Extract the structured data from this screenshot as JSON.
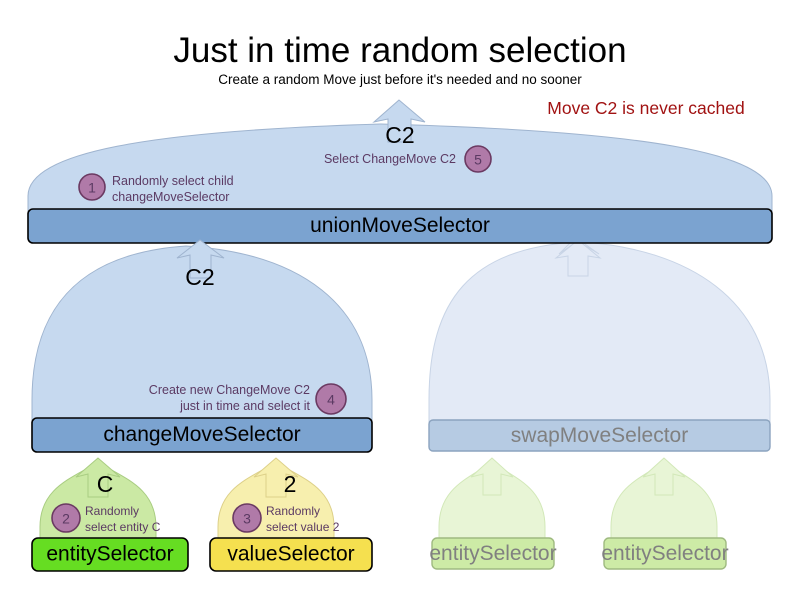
{
  "header": {
    "title": "Just in time random selection",
    "subtitle": "Create a random Move just before it's needed and no sooner",
    "note": "Move C2 is never cached",
    "note_color": "#a11212"
  },
  "colors": {
    "dome_blue": "#c6d9ef",
    "bar_blue": "#7ba3d0",
    "dome_green": "#cbe9a4",
    "bar_green": "#66dd22",
    "dome_yellow": "#f7efae",
    "bar_yellow": "#f5e04f",
    "ghost_dome_blue": "#e3eaf6",
    "ghost_bar_blue": "#b6cbe3",
    "ghost_dome_green": "#e8f5d6",
    "ghost_bar_green": "#cdeba6",
    "badge_fill": "#b07aa8",
    "badge_stroke": "#6b3a62",
    "step_text": "#5b3a63",
    "ghost_text": "#808080",
    "outline": "#000000"
  },
  "nodes": {
    "union_move_selector": {
      "label": "unionMoveSelector",
      "flow_label": "C2",
      "ghost": false
    },
    "change_move_selector": {
      "label": "changeMoveSelector",
      "flow_label": "C2",
      "ghost": false
    },
    "swap_move_selector": {
      "label": "swapMoveSelector",
      "flow_label": "",
      "ghost": true
    },
    "entity_selector_left": {
      "label": "entitySelector",
      "flow_label": "C",
      "ghost": false
    },
    "value_selector": {
      "label": "valueSelector",
      "flow_label": "2",
      "ghost": false
    },
    "entity_selector_ghost_1": {
      "label": "entitySelector",
      "flow_label": "",
      "ghost": true
    },
    "entity_selector_ghost_2": {
      "label": "entitySelector",
      "flow_label": "",
      "ghost": true
    }
  },
  "steps": [
    {
      "number": "1",
      "lines": [
        "Randomly select child",
        "changeMoveSelector"
      ],
      "align": "left"
    },
    {
      "number": "2",
      "lines": [
        "Randomly",
        "select entity C"
      ],
      "align": "left"
    },
    {
      "number": "3",
      "lines": [
        "Randomly",
        "select value 2"
      ],
      "align": "left"
    },
    {
      "number": "4",
      "lines": [
        "Create new ChangeMove C2",
        "just in time and select it"
      ],
      "align": "right"
    },
    {
      "number": "5",
      "lines": [
        "Select ChangeMove C2"
      ],
      "align": "right"
    }
  ]
}
